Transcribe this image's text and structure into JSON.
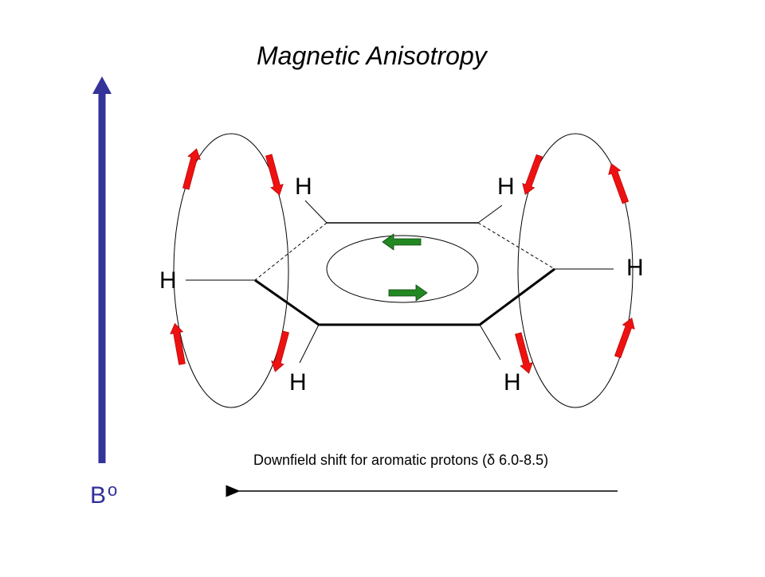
{
  "title": "Magnetic Anisotropy",
  "field_label": {
    "main": "B",
    "sub": "o"
  },
  "caption": "Downfield shift for aromatic protons (δ 6.0-8.5)",
  "atoms": {
    "h1": "H",
    "h2": "H",
    "h3": "H",
    "h4": "H",
    "h5": "H",
    "h6": "H"
  },
  "colors": {
    "field_arrow": "#33339a",
    "induced_field_arrows": "#ee1111",
    "ring_current_arrows": "#228822",
    "lines": "#000000"
  },
  "icons": {
    "field_arrow": "up-arrow-icon",
    "induced_field": "red-arrow-icon",
    "ring_current": "green-arrow-icon",
    "shift_arrow": "left-arrow-icon"
  }
}
